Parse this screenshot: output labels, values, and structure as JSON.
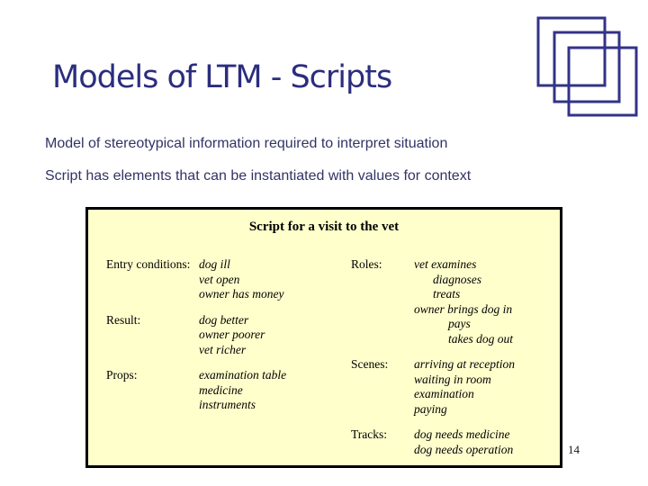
{
  "slide": {
    "title": "Models of LTM - Scripts",
    "body_lines": {
      "line1": "Model of stereotypical information required to interpret situation",
      "line2": "Script has elements that can be instantiated with values for context"
    },
    "page_number": "14",
    "logo_icon": "overlapping-squares",
    "colors": {
      "title_text": "#2b2d7e",
      "body_text": "#333366",
      "box_background": "#ffffcc",
      "box_border": "#000000",
      "logo_stroke": "#333388",
      "slide_background": "#ffffff"
    }
  },
  "script_box": {
    "title": "Script for a visit to the vet",
    "left_column": [
      {
        "label": "Entry conditions:",
        "values": [
          {
            "text": "dog ill",
            "indent": 0
          },
          {
            "text": "vet open",
            "indent": 0
          },
          {
            "text": "owner has money",
            "indent": 0
          }
        ]
      },
      {
        "label": "Result:",
        "values": [
          {
            "text": "dog better",
            "indent": 0
          },
          {
            "text": "owner poorer",
            "indent": 0
          },
          {
            "text": "vet richer",
            "indent": 0
          }
        ]
      },
      {
        "label": "Props:",
        "values": [
          {
            "text": "examination table",
            "indent": 0
          },
          {
            "text": "medicine",
            "indent": 0
          },
          {
            "text": "instruments",
            "indent": 0
          }
        ]
      }
    ],
    "right_column": [
      {
        "label": "Roles:",
        "values": [
          {
            "text": "vet examines",
            "indent": 0
          },
          {
            "text": "diagnoses",
            "indent": 1
          },
          {
            "text": "treats",
            "indent": 1
          },
          {
            "text": "owner brings dog in",
            "indent": 0
          },
          {
            "text": "pays",
            "indent": 2
          },
          {
            "text": "takes dog out",
            "indent": 2
          }
        ]
      },
      {
        "label": "Scenes:",
        "values": [
          {
            "text": "arriving at reception",
            "indent": 0
          },
          {
            "text": "waiting in room",
            "indent": 0
          },
          {
            "text": "examination",
            "indent": 0
          },
          {
            "text": "paying",
            "indent": 0
          }
        ]
      },
      {
        "label": "Tracks:",
        "values": [
          {
            "text": "dog needs medicine",
            "indent": 0
          },
          {
            "text": "dog needs operation",
            "indent": 0
          }
        ]
      }
    ]
  }
}
